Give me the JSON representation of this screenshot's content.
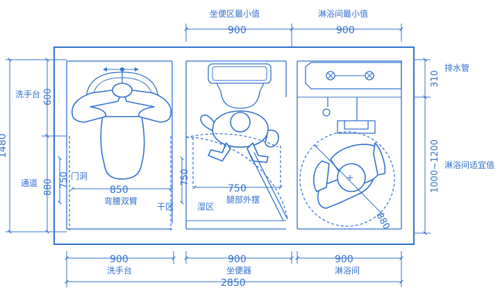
{
  "colors": {
    "line": "#2f6fd0",
    "background": "#ffffff"
  },
  "top_labels": {
    "toilet_min": "坐便区最小值",
    "shower_min": "淋浴间最小值"
  },
  "top_dims": {
    "toilet": "900",
    "shower": "900"
  },
  "left_labels": {
    "basin": "洗手台",
    "corridor": "通道"
  },
  "left_dims": {
    "total": "1480",
    "basin": "600",
    "corridor": "880"
  },
  "right_labels": {
    "drain": "排水管",
    "shower_range": "淋浴间适宜值"
  },
  "right_dims": {
    "drain": "310",
    "shower_range": "1000~1200"
  },
  "inner_labels": {
    "door": "门洞",
    "bend": "弯腰双臂",
    "dry": "干区",
    "wet": "湿区",
    "legs": "腿部外摆"
  },
  "inner_dims": {
    "door_a": "750",
    "door_b": "750",
    "bend": "850",
    "legs": "750",
    "turn": "880"
  },
  "bottom_dims": {
    "basin": "900",
    "toilet": "900",
    "shower": "900",
    "total": "2850"
  },
  "bottom_labels": {
    "basin": "洗手台",
    "toilet": "坐便器",
    "shower": "淋浴间"
  }
}
